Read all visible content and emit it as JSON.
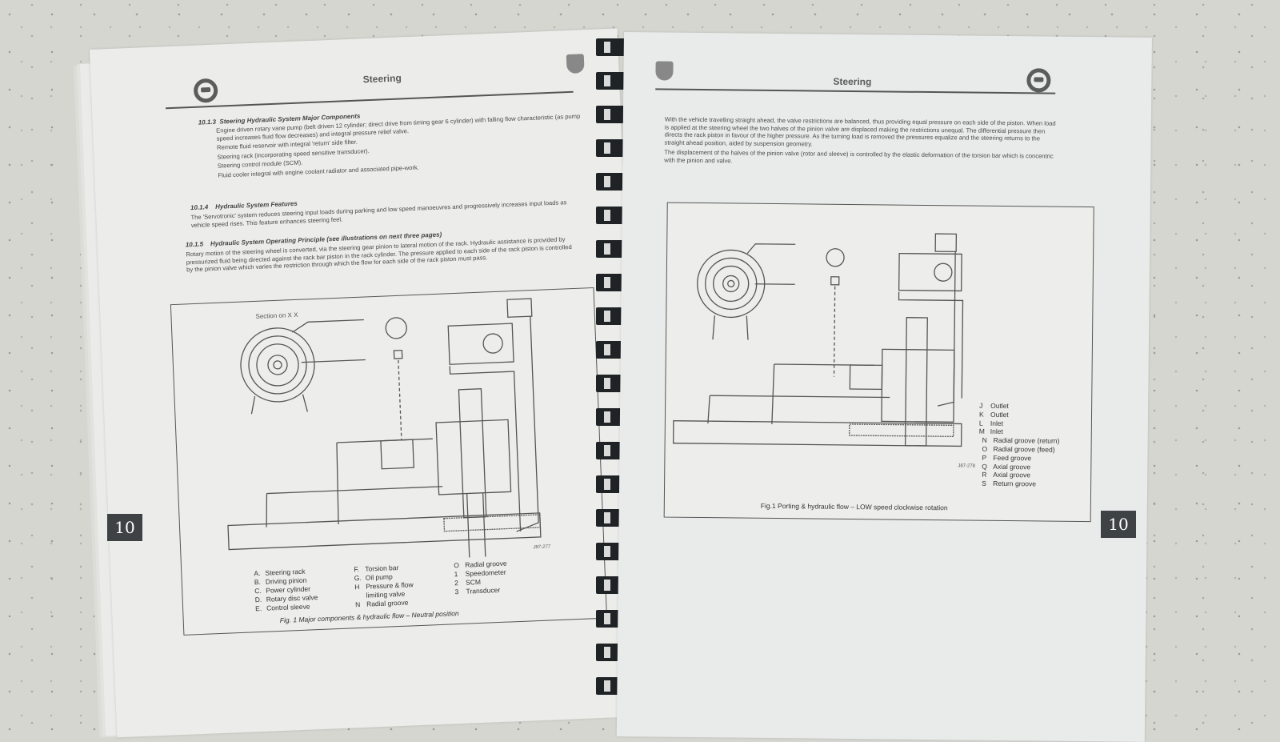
{
  "left_page": {
    "header": {
      "title": "Steering",
      "icons": [
        "steering-wheel-icon",
        "jaguar-crest-icon"
      ]
    },
    "sections": [
      {
        "number": "10.1.3",
        "title": "Steering Hydraulic System Major Components",
        "items": [
          "Engine driven rotary vane pump (belt driven 12 cylinder; direct drive from timing gear 6 cylinder) with falling flow characteristic (as pump speed increases fluid flow decreases) and integral pressure relief valve.",
          "Remote fluid reservoir with integral 'return' side filter.",
          "Steering rack (incorporating speed sensitive transducer).",
          "Steering control module (SCM).",
          "Fluid cooler integral with engine coolant radiator and associated pipe-work."
        ]
      },
      {
        "number": "10.1.4",
        "title": "Hydraulic System Features",
        "text": "The 'Servotronic' system reduces steering input loads during parking and low speed manoeuvres and progressively increases input loads as vehicle speed rises. This feature enhances steering feel."
      },
      {
        "number": "10.1.5",
        "title": "Hydraulic System Operating Principle (see illustrations on next three pages)",
        "text": "Rotary motion of the steering wheel is converted, via the steering gear pinion to lateral motion of the rack. Hydraulic assistance is provided by pressurized fluid being directed against the rack bar piston in the rack cylinder. The pressure applied to each side of the rack piston is controlled by the pinion valve which varies the restriction through which the flow for each side of the rack piston must pass."
      }
    ],
    "figure": {
      "section_label": "Section on X X",
      "ref_code": "J87-277",
      "caption": "Fig. 1 Major components & hydraulic flow – Neutral position",
      "legend_col1": [
        {
          "key": "A.",
          "label": "Steering rack"
        },
        {
          "key": "B.",
          "label": "Driving pinion"
        },
        {
          "key": "C.",
          "label": "Power cylinder"
        },
        {
          "key": "D.",
          "label": "Rotary disc valve"
        },
        {
          "key": "E.",
          "label": "Control sleeve"
        }
      ],
      "legend_col2": [
        {
          "key": "F.",
          "label": "Torsion bar"
        },
        {
          "key": "G.",
          "label": "Oil pump"
        },
        {
          "key": "H",
          "label": "Pressure & flow"
        },
        {
          "key": "",
          "label": "limiting valve"
        },
        {
          "key": "N",
          "label": "Radial groove"
        }
      ],
      "legend_col3": [
        {
          "key": "O",
          "label": "Radial groove"
        },
        {
          "key": "1",
          "label": "Speedometer"
        },
        {
          "key": "2",
          "label": "SCM"
        },
        {
          "key": "3",
          "label": "Transducer"
        }
      ]
    },
    "page_tab": "10"
  },
  "right_page": {
    "header": {
      "title": "Steering",
      "icons": [
        "jaguar-crest-icon",
        "steering-wheel-icon"
      ]
    },
    "paragraphs": [
      "With the vehicle travelling straight ahead, the valve restrictions are balanced, thus providing equal pressure on each side of the piston. When load is applied at the steering wheel the two halves of the pinion valve are displaced making the restrictions unequal. The differential pressure then directs the rack piston in favour of the higher pressure. As the turning load is removed the pressures equalize and the steering returns to the straight ahead position, aided by suspension geometry.",
      "The displacement of the halves of the pinion valve (rotor and sleeve) is controlled by the elastic deformation of the torsion bar which is concentric with the pinion and valve."
    ],
    "figure": {
      "ref_code": "J87-278",
      "caption": "Fig.1  Porting & hydraulic flow – LOW speed clockwise rotation",
      "legend": [
        {
          "key": "J",
          "label": "Outlet"
        },
        {
          "key": "K",
          "label": "Outlet"
        },
        {
          "key": "L",
          "label": "Inlet"
        },
        {
          "key": "M",
          "label": "Inlet"
        },
        {
          "key": "N",
          "label": "Radial groove (return)"
        },
        {
          "key": "O",
          "label": "Radial groove (feed)"
        },
        {
          "key": "P",
          "label": "Feed groove"
        },
        {
          "key": "Q",
          "label": "Axial groove"
        },
        {
          "key": "R",
          "label": "Axial groove"
        },
        {
          "key": "S",
          "label": "Return groove"
        }
      ]
    },
    "page_tab": "10"
  },
  "colors": {
    "page": "#ececea",
    "ink": "#3a3a3a",
    "tab": "#3f4245",
    "binding": "#1f2326"
  }
}
